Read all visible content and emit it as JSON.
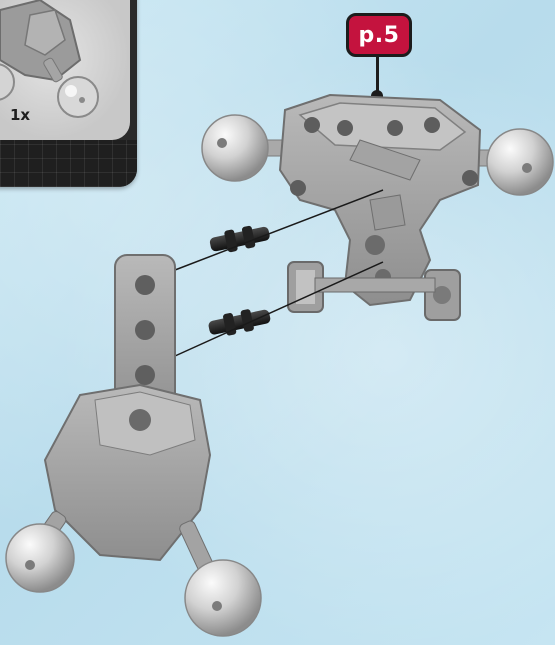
{
  "inset": {
    "quantity": "1x"
  },
  "page_reference": {
    "label": "p.5",
    "color": "#c4133e"
  },
  "parts": {
    "upper_assembly": "gray-frame-with-ball-joints",
    "connector_pins": "black-friction-pins",
    "lower_assembly": "beam-with-ball-joints"
  }
}
